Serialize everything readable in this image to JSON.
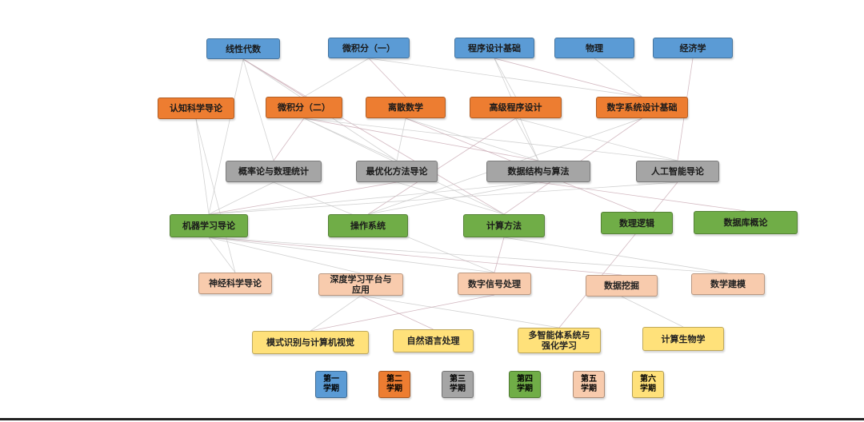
{
  "semester_colors": {
    "1": "#5b9bd5",
    "2": "#ed7d31",
    "3": "#a5a5a5",
    "4": "#70ad47",
    "5": "#f8cbad",
    "6": "#ffe17a"
  },
  "nodes": [
    {
      "id": "linear_algebra",
      "label": "线性代数",
      "semester": 1
    },
    {
      "id": "calculus1",
      "label": "微积分（一）",
      "semester": 1
    },
    {
      "id": "programming_basics",
      "label": "程序设计基础",
      "semester": 1
    },
    {
      "id": "physics",
      "label": "物理",
      "semester": 1
    },
    {
      "id": "economics",
      "label": "经济学",
      "semester": 1
    },
    {
      "id": "cognitive_science",
      "label": "认知科学导论",
      "semester": 2
    },
    {
      "id": "calculus2",
      "label": "微积分（二）",
      "semester": 2
    },
    {
      "id": "discrete_math",
      "label": "离散数学",
      "semester": 2
    },
    {
      "id": "advanced_programming",
      "label": "高级程序设计",
      "semester": 2
    },
    {
      "id": "digital_systems",
      "label": "数字系统设计基础",
      "semester": 2
    },
    {
      "id": "probability",
      "label": "概率论与数理统计",
      "semester": 3
    },
    {
      "id": "optimization",
      "label": "最优化方法导论",
      "semester": 3
    },
    {
      "id": "data_structures",
      "label": "数据结构与算法",
      "semester": 3
    },
    {
      "id": "ai_intro",
      "label": "人工智能导论",
      "semester": 3
    },
    {
      "id": "ml_intro",
      "label": "机器学习导论",
      "semester": 4
    },
    {
      "id": "os",
      "label": "操作系统",
      "semester": 4
    },
    {
      "id": "computational_methods",
      "label": "计算方法",
      "semester": 4
    },
    {
      "id": "math_logic",
      "label": "数理逻辑",
      "semester": 4
    },
    {
      "id": "database",
      "label": "数据库概论",
      "semester": 4
    },
    {
      "id": "neuroscience",
      "label": "神经科学导论",
      "semester": 5
    },
    {
      "id": "dl_platform",
      "label": "深度学习平台与\n应用",
      "semester": 5
    },
    {
      "id": "dsp",
      "label": "数字信号处理",
      "semester": 5
    },
    {
      "id": "data_mining",
      "label": "数据挖掘",
      "semester": 5
    },
    {
      "id": "math_modeling",
      "label": "数学建模",
      "semester": 5
    },
    {
      "id": "pattern_recognition",
      "label": "模式识别与计算机视觉",
      "semester": 6
    },
    {
      "id": "nlp",
      "label": "自然语言处理",
      "semester": 6
    },
    {
      "id": "multi_agent",
      "label": "多智能体系统与\n强化学习",
      "semester": 6
    },
    {
      "id": "comp_bio",
      "label": "计算生物学",
      "semester": 6
    }
  ],
  "edges": [
    [
      "linear_algebra",
      "calculus2"
    ],
    [
      "linear_algebra",
      "probability"
    ],
    [
      "linear_algebra",
      "optimization"
    ],
    [
      "linear_algebra",
      "computational_methods"
    ],
    [
      "linear_algebra",
      "ml_intro"
    ],
    [
      "calculus1",
      "calculus2"
    ],
    [
      "calculus1",
      "discrete_math"
    ],
    [
      "calculus1",
      "digital_systems"
    ],
    [
      "programming_basics",
      "advanced_programming"
    ],
    [
      "programming_basics",
      "digital_systems"
    ],
    [
      "programming_basics",
      "data_structures"
    ],
    [
      "physics",
      "digital_systems"
    ],
    [
      "economics",
      "ai_intro"
    ],
    [
      "cognitive_science",
      "ml_intro"
    ],
    [
      "cognitive_science",
      "neuroscience"
    ],
    [
      "calculus2",
      "probability"
    ],
    [
      "calculus2",
      "optimization"
    ],
    [
      "calculus2",
      "computational_methods"
    ],
    [
      "calculus2",
      "data_structures"
    ],
    [
      "calculus2",
      "ai_intro"
    ],
    [
      "discrete_math",
      "data_structures"
    ],
    [
      "discrete_math",
      "math_logic"
    ],
    [
      "discrete_math",
      "optimization"
    ],
    [
      "advanced_programming",
      "data_structures"
    ],
    [
      "advanced_programming",
      "os"
    ],
    [
      "advanced_programming",
      "ai_intro"
    ],
    [
      "digital_systems",
      "os"
    ],
    [
      "digital_systems",
      "computational_methods"
    ],
    [
      "probability",
      "ml_intro"
    ],
    [
      "probability",
      "dsp"
    ],
    [
      "optimization",
      "ml_intro"
    ],
    [
      "optimization",
      "computational_methods"
    ],
    [
      "data_structures",
      "ml_intro"
    ],
    [
      "data_structures",
      "database"
    ],
    [
      "data_structures",
      "os"
    ],
    [
      "ai_intro",
      "ml_intro"
    ],
    [
      "ai_intro",
      "multi_agent"
    ],
    [
      "ml_intro",
      "neuroscience"
    ],
    [
      "ml_intro",
      "dl_platform"
    ],
    [
      "ml_intro",
      "data_mining"
    ],
    [
      "ml_intro",
      "math_modeling"
    ],
    [
      "ml_intro",
      "dsp"
    ],
    [
      "computational_methods",
      "dsp"
    ],
    [
      "computational_methods",
      "math_modeling"
    ],
    [
      "dl_platform",
      "pattern_recognition"
    ],
    [
      "dl_platform",
      "nlp"
    ],
    [
      "dl_platform",
      "multi_agent"
    ],
    [
      "data_mining",
      "comp_bio"
    ],
    [
      "dsp",
      "pattern_recognition"
    ]
  ],
  "legend": [
    {
      "semester": 1,
      "label": "第一\n学期"
    },
    {
      "semester": 2,
      "label": "第二\n学期"
    },
    {
      "semester": 3,
      "label": "第三\n学期"
    },
    {
      "semester": 4,
      "label": "第四\n学期"
    },
    {
      "semester": 5,
      "label": "第五\n学期"
    },
    {
      "semester": 6,
      "label": "第六\n学期"
    }
  ]
}
